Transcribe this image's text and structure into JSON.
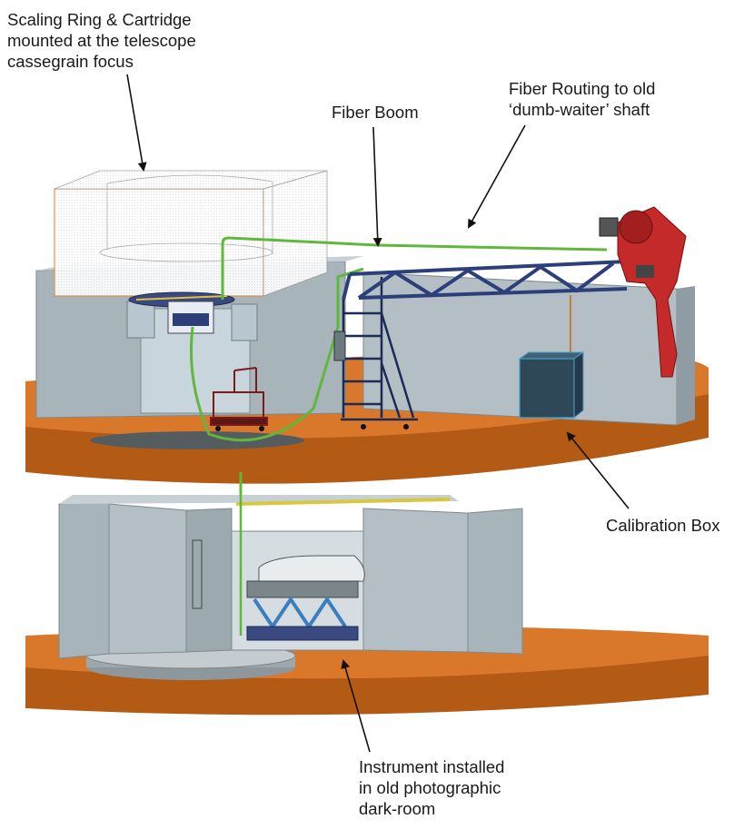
{
  "labels": {
    "scaling_ring": [
      "Scaling Ring & Cartridge",
      "mounted at the telescope",
      "cassegrain focus"
    ],
    "fiber_boom": "Fiber Boom",
    "fiber_routing": [
      "Fiber Routing to old",
      "‘dumb-waiter’ shaft"
    ],
    "calibration_box": "Calibration Box",
    "instrument": [
      "Instrument installed",
      "in old photographic",
      "dark-room"
    ]
  },
  "colors": {
    "floor": "#d9782a",
    "floor_edge": "#b35a14",
    "wall": "#a7b4ba",
    "wall_dark": "#8f9ca3",
    "truss": "#2c3f7a",
    "fiber": "#5fb83a",
    "red_mount": "#c42a2a",
    "scaling_ring_box": "#e08a3c",
    "dark_box": "#2f4858"
  }
}
